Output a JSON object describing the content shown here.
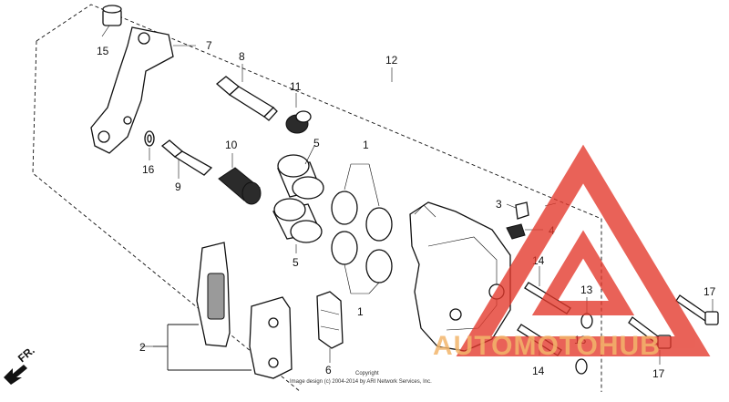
{
  "colors": {
    "watermark": "#e3372a",
    "watermark_text": "#f2b56b",
    "ink": "#111111"
  },
  "labels": {
    "p1a": "1",
    "p1b": "1",
    "p2": "2",
    "p3": "3",
    "p4": "4",
    "p5a": "5",
    "p5b": "5",
    "p6": "6",
    "p7": "7",
    "p8": "8",
    "p9": "9",
    "p10": "10",
    "p11": "11",
    "p12": "12",
    "p13a": "13",
    "p13b": "13",
    "p14a": "14",
    "p14b": "14",
    "p15": "15",
    "p16": "16",
    "p17a": "17",
    "p17b": "17"
  },
  "direction": "FR.",
  "copyright": {
    "line1": "Copyright",
    "line2": "Image design (c) 2004-2014 by ARI Network Services, Inc."
  },
  "watermark": {
    "text": "AUTOMOTOHUB",
    "icon": "triangle-a-logo-icon"
  }
}
